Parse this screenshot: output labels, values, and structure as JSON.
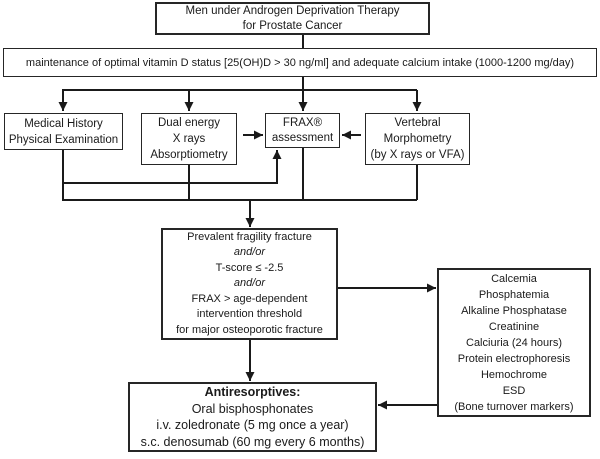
{
  "colors": {
    "line": "#1a1a1a",
    "box_border": "#262626",
    "background": "#ffffff"
  },
  "nodes": {
    "population": {
      "lines": [
        "Men under Androgen Deprivation Therapy",
        "for Prostate Cancer"
      ]
    },
    "baseline": {
      "text": "maintenance of optimal vitamin D status [25(OH)D > 30 ng/ml] and adequate calcium intake (1000-1200 mg/day)"
    },
    "medical_history": {
      "lines": [
        "Medical History",
        "Physical Examination"
      ]
    },
    "dxa": {
      "lines": [
        "Dual energy",
        "X rays",
        "Absorptiometry"
      ]
    },
    "frax": {
      "lines": [
        "FRAX®",
        "assessment"
      ]
    },
    "vertebral": {
      "lines": [
        "Vertebral",
        "Morphometry",
        "(by X rays or VFA)"
      ]
    },
    "criteria": {
      "lines": [
        "Prevalent fragility fracture",
        "and/or",
        "T-score ≤ -2.5",
        "and/or",
        "FRAX > age-dependent",
        "intervention threshold",
        "for major osteoporotic fracture"
      ]
    },
    "labs": {
      "lines": [
        "Calcemia",
        "Phosphatemia",
        "Alkaline Phosphatase",
        "Creatinine",
        "Calciuria (24 hours)",
        "Protein electrophoresis",
        "Hemochrome",
        "ESD",
        "(Bone turnover markers)"
      ]
    },
    "treatment": {
      "lines": [
        "Antiresorptives:",
        "Oral bisphosphonates",
        "i.v. zoledronate (5 mg once a year)",
        "s.c. denosumab (60 mg every 6 months)"
      ]
    }
  }
}
